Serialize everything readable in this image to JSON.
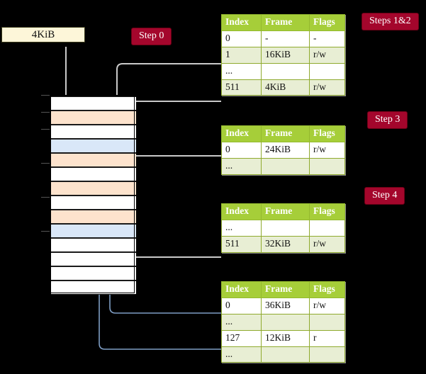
{
  "diagram": {
    "title": "multi-level-page-table-walk",
    "palette": {
      "background": "#000000",
      "badge_bg": "#a4062c",
      "badge_text": "#ffffff",
      "table_header_bg": "#a6ce39",
      "table_alt_row": "#e8eed4",
      "table_highlight": "#fbf6a6",
      "mem_orange": "#fde3cd",
      "mem_blue": "#d9e7f8",
      "page_box_bg": "#fdf6d9",
      "wire_gray": "#bdbdbd",
      "wire_blue": "#7e9dc4"
    }
  },
  "page_box": {
    "label": "4KiB"
  },
  "badges": [
    {
      "id": "step0",
      "label": "Step 0"
    },
    {
      "id": "steps1and2",
      "label": "Steps 1&2"
    },
    {
      "id": "step3",
      "label": "Step 3"
    },
    {
      "id": "step4",
      "label": "Step 4"
    }
  ],
  "columns": {
    "index": "Index",
    "frame": "Frame",
    "flags": "Flags"
  },
  "tables": [
    {
      "id": "table-level-0",
      "rows": [
        {
          "index": "0",
          "frame": "-",
          "flags": "-",
          "style": "plain",
          "highlight": false
        },
        {
          "index": "1",
          "frame": "16KiB",
          "flags": "r/w",
          "style": "alt",
          "highlight": false
        },
        {
          "index": "...",
          "frame": "",
          "flags": "",
          "style": "plain",
          "highlight": false
        },
        {
          "index": "511",
          "frame": "4KiB",
          "flags": "r/w",
          "style": "alt",
          "highlight": true
        }
      ]
    },
    {
      "id": "table-level-1",
      "rows": [
        {
          "index": "0",
          "frame": "24KiB",
          "flags": "r/w",
          "style": "plain",
          "highlight": false
        },
        {
          "index": "...",
          "frame": "",
          "flags": "",
          "style": "alt",
          "highlight": false
        }
      ]
    },
    {
      "id": "table-level-2",
      "rows": [
        {
          "index": "...",
          "frame": "",
          "flags": "",
          "style": "plain",
          "highlight": false
        },
        {
          "index": "511",
          "frame": "32KiB",
          "flags": "r/w",
          "style": "alt",
          "highlight": false
        }
      ]
    },
    {
      "id": "table-level-3",
      "rows": [
        {
          "index": "0",
          "frame": "36KiB",
          "flags": "r/w",
          "style": "plain",
          "highlight": false
        },
        {
          "index": "...",
          "frame": "",
          "flags": "",
          "style": "alt",
          "highlight": false
        },
        {
          "index": "127",
          "frame": "12KiB",
          "flags": "r",
          "style": "plain",
          "highlight": false
        },
        {
          "index": "...",
          "frame": "",
          "flags": "",
          "style": "alt",
          "highlight": false
        }
      ]
    }
  ],
  "memory": {
    "cells": [
      {
        "i": 0,
        "fill": "plain"
      },
      {
        "i": 1,
        "fill": "orange"
      },
      {
        "i": 2,
        "fill": "plain"
      },
      {
        "i": 3,
        "fill": "blue"
      },
      {
        "i": 4,
        "fill": "orange"
      },
      {
        "i": 5,
        "fill": "plain"
      },
      {
        "i": 6,
        "fill": "orange"
      },
      {
        "i": 7,
        "fill": "plain"
      },
      {
        "i": 8,
        "fill": "orange"
      },
      {
        "i": 9,
        "fill": "blue"
      },
      {
        "i": 10,
        "fill": "plain"
      },
      {
        "i": 11,
        "fill": "plain"
      },
      {
        "i": 12,
        "fill": "plain"
      },
      {
        "i": 13,
        "fill": "plain"
      }
    ]
  }
}
